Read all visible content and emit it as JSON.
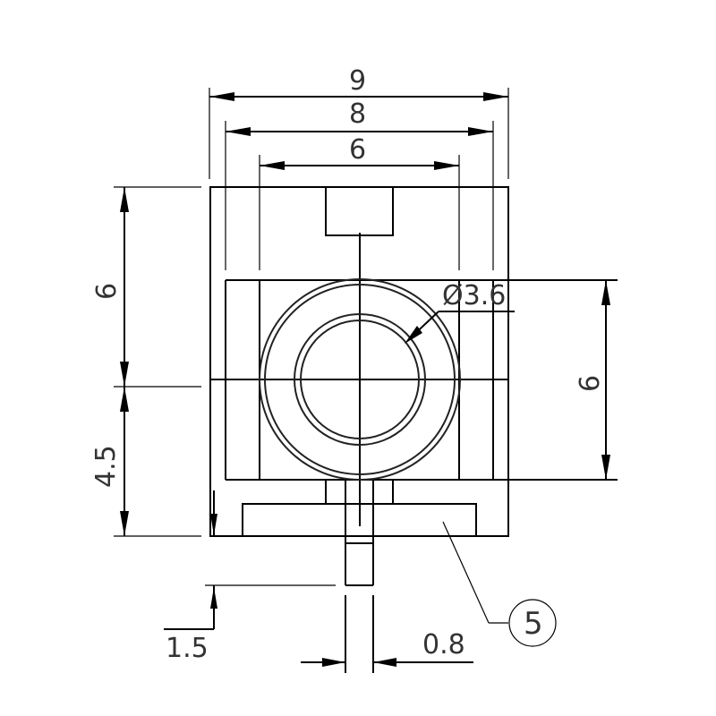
{
  "drawing": {
    "type": "technical-drawing",
    "units": "mm",
    "dimensions": {
      "overall_width": "9",
      "inner_width": "8",
      "body_width": "6",
      "upper_height": "6",
      "lower_height": "4.5",
      "right_height": "6",
      "hole_diameter": "Ø3.6",
      "pin_offset": "1.5",
      "pin_width": "0.8"
    },
    "callouts": {
      "part_number": "5"
    },
    "colors": {
      "line": "#000000",
      "text": "#333333",
      "background": "#ffffff"
    }
  }
}
